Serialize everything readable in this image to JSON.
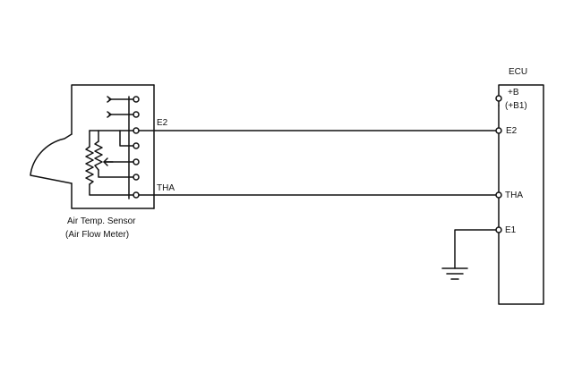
{
  "colors": {
    "line": "#111111",
    "background": "#ffffff"
  },
  "sensor": {
    "caption_line1": "Air Temp. Sensor",
    "caption_line2": "(Air Flow Meter)"
  },
  "wires": {
    "e2_label": "E2",
    "tha_label": "THA"
  },
  "ecu": {
    "title": "ECU",
    "pins": {
      "b_line1": "+B",
      "b_line2": "(+B1)",
      "e2": "E2",
      "tha": "THA",
      "e1": "E1"
    }
  },
  "icons": {
    "ground": "ground-symbol-icon",
    "thermistor": "resistor-icon",
    "potentiometer": "potentiometer-icon"
  }
}
